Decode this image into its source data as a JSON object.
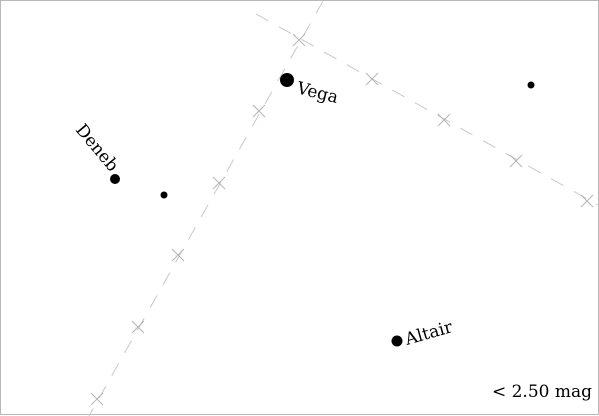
{
  "chart": {
    "magnitude_limit_label": "< 2.50 mag",
    "colors": {
      "background": "#ffffff",
      "star": "#000000",
      "grid_line": "#c8c8c8",
      "frame": "#b8b8b8"
    },
    "named_stars": [
      {
        "name": "Vega"
      },
      {
        "name": "Deneb"
      },
      {
        "name": "Altair"
      }
    ],
    "unlabeled_star_count": 2
  }
}
